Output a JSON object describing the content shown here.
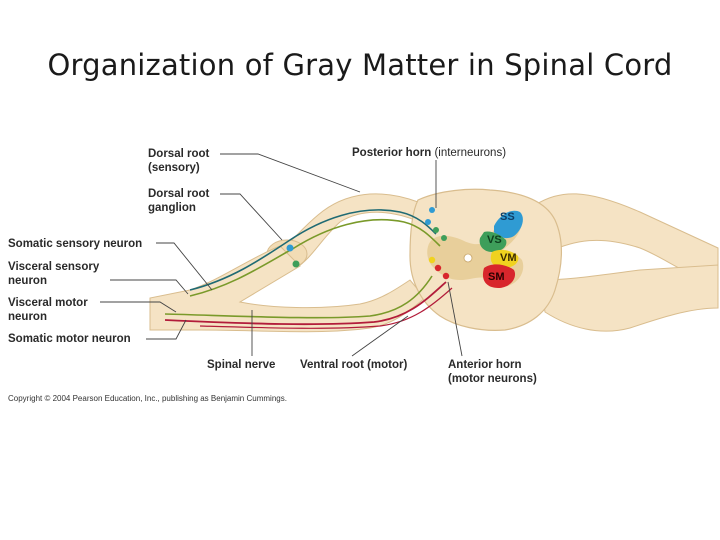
{
  "title": "Organization of Gray Matter in Spinal Cord",
  "labels": {
    "dorsal_root_1": "Dorsal root",
    "dorsal_root_2": "(sensory)",
    "dorsal_root_ganglion_1": "Dorsal root",
    "dorsal_root_ganglion_2": "ganglion",
    "somatic_sensory_neuron": "Somatic sensory neuron",
    "visceral_sensory_neuron_1": "Visceral sensory",
    "visceral_sensory_neuron_2": "neuron",
    "visceral_motor_neuron_1": "Visceral motor",
    "visceral_motor_neuron_2": "neuron",
    "somatic_motor_neuron": "Somatic motor neuron",
    "posterior_horn_1": "Posterior horn",
    "posterior_horn_2": "(interneurons)",
    "spinal_nerve": "Spinal nerve",
    "ventral_root": "Ventral root (motor)",
    "anterior_horn_1": "Anterior horn",
    "anterior_horn_2": "(motor neurons)"
  },
  "regions": {
    "ss": "SS",
    "vs": "VS",
    "vm": "VM",
    "sm": "SM"
  },
  "copyright": "Copyright © 2004 Pearson Education, Inc., publishing as Benjamin Cummings.",
  "colors": {
    "tissue": "#f5e3c4",
    "tissue_edge": "#d9bd8e",
    "gray_matter": "#e8cf9b",
    "ss": "#2f9bd3",
    "vs": "#3e9e5a",
    "vm": "#f0d21f",
    "sm": "#d8262c",
    "sensory_fiber": "#1f6a73",
    "visceral_fiber": "#7a9a2a",
    "motor_fiber": "#b21c3a"
  }
}
